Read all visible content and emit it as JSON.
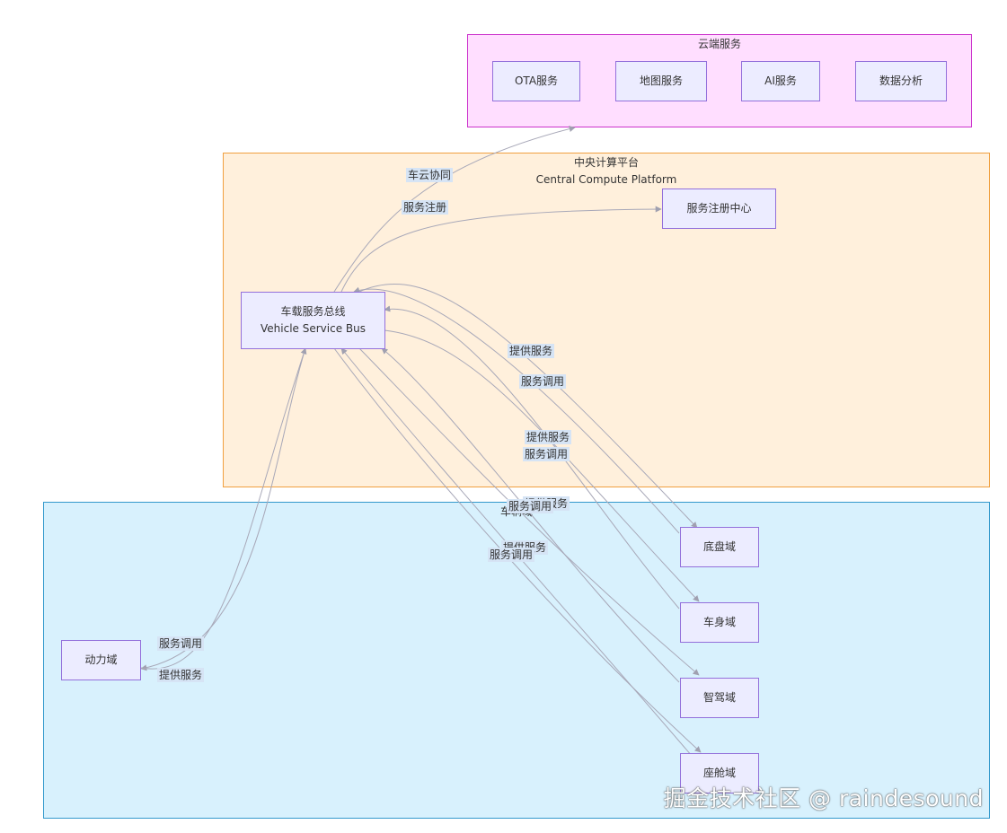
{
  "clusters": {
    "cloud": {
      "title": "云端服务"
    },
    "central": {
      "title_line1": "中央计算平台",
      "title_line2": "Central Compute Platform"
    },
    "vehicle": {
      "title": "车辆域"
    }
  },
  "nodes": {
    "ota": "OTA服务",
    "map": "地图服务",
    "ai": "AI服务",
    "data": "数据分析",
    "registry": "服务注册中心",
    "bus_line1": "车载服务总线",
    "bus_line2": "Vehicle Service Bus",
    "power": "动力域",
    "chassis": "底盘域",
    "body": "车身域",
    "adas": "智驾域",
    "cockpit": "座舱域"
  },
  "edge_labels": {
    "cloud_sync": "车云协同",
    "register": "服务注册",
    "chassis_provide": "提供服务",
    "chassis_call": "服务调用",
    "body_provide": "提供服务",
    "body_call": "服务调用",
    "adas_provide": "提供服务",
    "adas_call": "服务调用",
    "cockpit_provide": "提供服务",
    "cockpit_call": "服务调用",
    "power_call": "服务调用",
    "power_provide": "提供服务"
  },
  "watermark": "掘金技术社区 @ raindesound",
  "colors": {
    "cloud_fill": "#FFDEFF",
    "cloud_border": "#CC33CC",
    "central_fill": "#FFF0DC",
    "central_border": "#F0A040",
    "vehicle_fill": "#D8F1FD",
    "vehicle_border": "#3399CC",
    "node_fill": "#ECECFF",
    "node_border": "#9370DB",
    "edge": "#A0A0B0"
  }
}
